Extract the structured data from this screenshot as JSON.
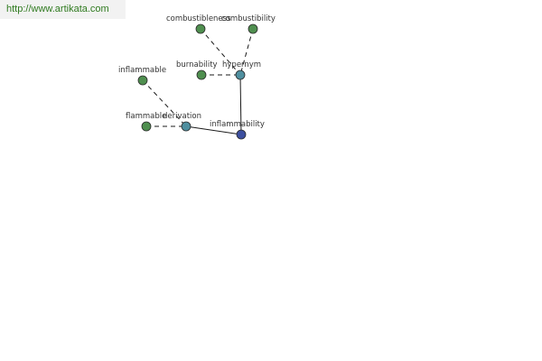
{
  "watermark": {
    "text": "http://www.artikata.com"
  },
  "colors": {
    "leaf": "#4f8f4f",
    "relation": "#4f8f9f",
    "center": "#3c4f9f"
  },
  "graph": {
    "nodes": [
      {
        "id": "combustibleness",
        "label": "combustibleness",
        "kind": "leaf"
      },
      {
        "id": "combustibility",
        "label": "combustibility",
        "kind": "leaf"
      },
      {
        "id": "burnability",
        "label": "burnability",
        "kind": "leaf"
      },
      {
        "id": "hypernym",
        "label": "hypernym",
        "kind": "relation"
      },
      {
        "id": "inflammable",
        "label": "inflammable",
        "kind": "leaf"
      },
      {
        "id": "flammable",
        "label": "flammable",
        "kind": "leaf"
      },
      {
        "id": "derivation",
        "label": "derivation",
        "kind": "relation"
      },
      {
        "id": "inflammability",
        "label": "inflammability",
        "kind": "center"
      }
    ],
    "edges": [
      {
        "from": "combustibleness",
        "to": "hypernym",
        "style": "dashed"
      },
      {
        "from": "combustibility",
        "to": "hypernym",
        "style": "dashed"
      },
      {
        "from": "burnability",
        "to": "hypernym",
        "style": "dashed"
      },
      {
        "from": "hypernym",
        "to": "inflammability",
        "style": "solid"
      },
      {
        "from": "inflammable",
        "to": "derivation",
        "style": "dashed"
      },
      {
        "from": "flammable",
        "to": "derivation",
        "style": "dashed"
      },
      {
        "from": "derivation",
        "to": "inflammability",
        "style": "solid"
      }
    ]
  }
}
